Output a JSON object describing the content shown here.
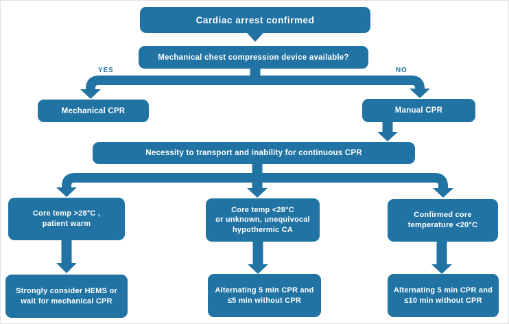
{
  "palette": {
    "box": "#2173A3",
    "text": "#FFFFFF",
    "background": "#FFFFFF"
  },
  "nodes": {
    "cardiac": {
      "label": "Cardiac arrest confirmed"
    },
    "question": {
      "label": "Mechanical chest compression device available?"
    },
    "mechanical": {
      "label": "Mechanical CPR"
    },
    "manual": {
      "label": "Manual CPR"
    },
    "necessity": {
      "pre": "Necessity to transport ",
      "bold": "and",
      "post": " inability for continuous CPR"
    },
    "core_warm": {
      "lines": [
        "Core temp >28°C ,",
        "patient warm"
      ]
    },
    "core_cold": {
      "lines": [
        "Core temp <28°C",
        "or unknown, unequivocal",
        "hypothermic CA"
      ]
    },
    "core_coldest": {
      "lines": [
        "Confirmed core",
        "temperature <20°C"
      ]
    },
    "hems": {
      "pre": "Strongly consider ",
      "bold": "HEMS",
      "post": " or wait for mechanical CPR"
    },
    "alt5": {
      "lines": [
        "Alternating 5 min CPR and",
        "≤5 min without CPR"
      ]
    },
    "alt10": {
      "lines": [
        "Alternating 5 min CPR and",
        "≤10 min without CPR"
      ]
    }
  },
  "branch_labels": {
    "yes": "YES",
    "no": "NO"
  }
}
